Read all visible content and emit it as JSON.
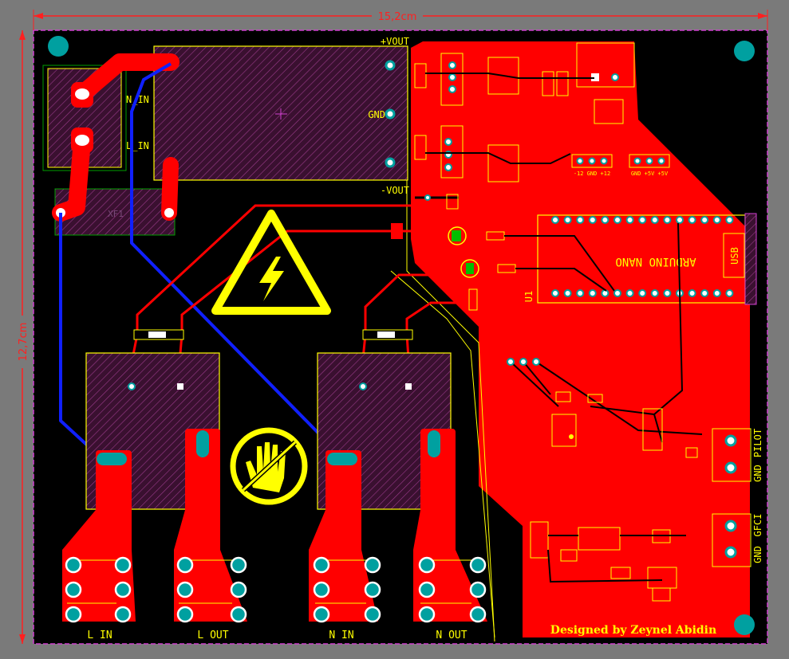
{
  "dimensions": {
    "width": "15,2cm",
    "height": "12,7cm"
  },
  "power_module": {
    "vout_plus": "+VOUT",
    "gnd": "GND",
    "vout_minus": "-VOUT",
    "n_in": "N_IN",
    "l_in": "L_IN",
    "fuse": "XF1"
  },
  "arduino": {
    "name": "ARDUINO NANO",
    "usb": "USB",
    "ref": "U1"
  },
  "headers": {
    "supply": "-12 GND +12",
    "logic": "GND +5V +5V"
  },
  "side_labels": {
    "pilot": "PILOT",
    "pilot_gnd": "GND",
    "gfci": "GFCI",
    "gfci_gnd": "GND"
  },
  "terminals": [
    "L IN",
    "L OUT",
    "N IN",
    "N OUT"
  ],
  "credit": "Designed by Zeynel Abidin",
  "colors": {
    "copper_top": "#ff0000",
    "copper_bottom": "#1020ff",
    "silkscreen": "#ffff00",
    "board": "#000000",
    "via": "#00a0a0",
    "outline": "#d040d0"
  },
  "icons": [
    "high-voltage-warning-icon",
    "do-not-touch-icon"
  ]
}
